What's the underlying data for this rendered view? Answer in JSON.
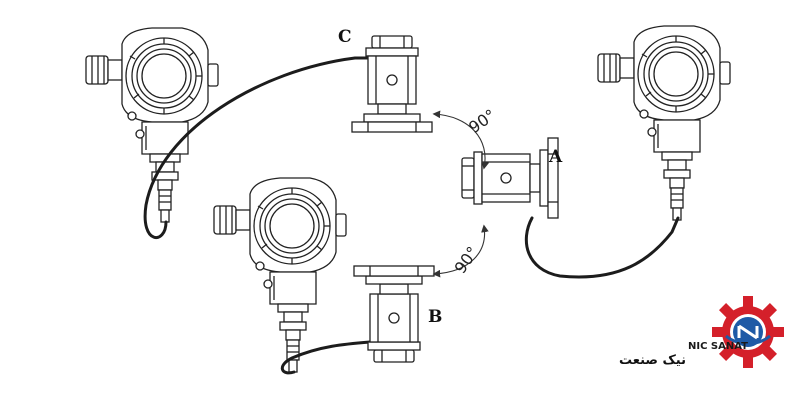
{
  "labels": {
    "a": "A",
    "b": "B",
    "c": "C"
  },
  "angles": {
    "upper": "90°",
    "lower": "90°"
  },
  "logo": {
    "name_en": "NIC SANAT",
    "name_fa": "نیک صنعت",
    "color_red": "#d4202a",
    "color_blue": "#1f5aa6"
  },
  "icons": {
    "transmitter": "transmitter-housing-icon",
    "sensor": "sensor-module-icon",
    "rotation": "rotation-arrow-icon"
  }
}
